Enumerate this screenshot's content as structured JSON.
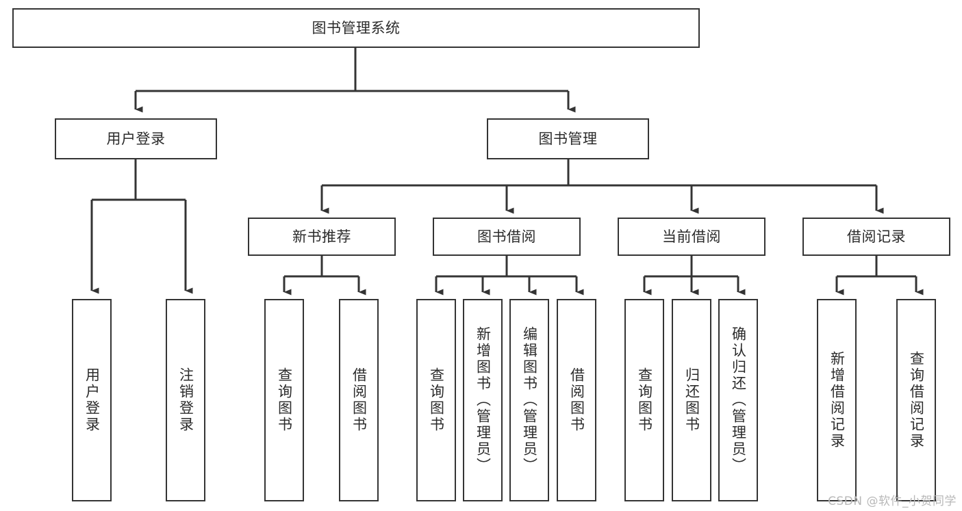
{
  "title": "图书管理系统",
  "watermark": "CSDN @软件_小贺同学",
  "colors": {
    "stroke": "#343434",
    "fill": "#ffffff",
    "text": "#2b2b2b",
    "watermark": "#b8b8b8"
  },
  "chart_data": {
    "type": "diagram",
    "diagram_type": "tree-hierarchy",
    "title": "图书管理系统",
    "orientation": "top-down",
    "nodes": [
      {
        "id": "root",
        "label": "图书管理系统",
        "level": 0,
        "orientation": "horizontal"
      },
      {
        "id": "login",
        "label": "用户登录",
        "level": 1,
        "orientation": "horizontal"
      },
      {
        "id": "bookmgmt",
        "label": "图书管理",
        "level": 1,
        "orientation": "horizontal"
      },
      {
        "id": "newbook",
        "label": "新书推荐",
        "level": 2,
        "orientation": "horizontal"
      },
      {
        "id": "borrow",
        "label": "图书借阅",
        "level": 2,
        "orientation": "horizontal"
      },
      {
        "id": "current",
        "label": "当前借阅",
        "level": 2,
        "orientation": "horizontal"
      },
      {
        "id": "record",
        "label": "借阅记录",
        "level": 2,
        "orientation": "horizontal"
      },
      {
        "id": "leaf1",
        "label": "用户登录",
        "level": 3,
        "orientation": "vertical"
      },
      {
        "id": "leaf2",
        "label": "注销登录",
        "level": 3,
        "orientation": "vertical"
      },
      {
        "id": "leaf3",
        "label": "查询图书",
        "level": 3,
        "orientation": "vertical"
      },
      {
        "id": "leaf4",
        "label": "借阅图书",
        "level": 3,
        "orientation": "vertical"
      },
      {
        "id": "leaf5",
        "label": "查询图书",
        "level": 3,
        "orientation": "vertical"
      },
      {
        "id": "leaf6",
        "label": "新增图书（管理员）",
        "level": 3,
        "orientation": "vertical"
      },
      {
        "id": "leaf7",
        "label": "编辑图书（管理员）",
        "level": 3,
        "orientation": "vertical"
      },
      {
        "id": "leaf8",
        "label": "借阅图书",
        "level": 3,
        "orientation": "vertical"
      },
      {
        "id": "leaf9",
        "label": "查询图书",
        "level": 3,
        "orientation": "vertical"
      },
      {
        "id": "leaf10",
        "label": "归还图书",
        "level": 3,
        "orientation": "vertical"
      },
      {
        "id": "leaf11",
        "label": "确认归还（管理员）",
        "level": 3,
        "orientation": "vertical"
      },
      {
        "id": "leaf12",
        "label": "新增借阅记录",
        "level": 3,
        "orientation": "vertical"
      },
      {
        "id": "leaf13",
        "label": "查询借阅记录",
        "level": 3,
        "orientation": "vertical"
      }
    ],
    "edges": [
      {
        "from": "root",
        "to": "login"
      },
      {
        "from": "root",
        "to": "bookmgmt"
      },
      {
        "from": "login",
        "to": "leaf1"
      },
      {
        "from": "login",
        "to": "leaf2"
      },
      {
        "from": "bookmgmt",
        "to": "newbook"
      },
      {
        "from": "bookmgmt",
        "to": "borrow"
      },
      {
        "from": "bookmgmt",
        "to": "current"
      },
      {
        "from": "bookmgmt",
        "to": "record"
      },
      {
        "from": "newbook",
        "to": "leaf3"
      },
      {
        "from": "newbook",
        "to": "leaf4"
      },
      {
        "from": "borrow",
        "to": "leaf5"
      },
      {
        "from": "borrow",
        "to": "leaf6"
      },
      {
        "from": "borrow",
        "to": "leaf7"
      },
      {
        "from": "borrow",
        "to": "leaf8"
      },
      {
        "from": "current",
        "to": "leaf9"
      },
      {
        "from": "current",
        "to": "leaf10"
      },
      {
        "from": "current",
        "to": "leaf11"
      },
      {
        "from": "record",
        "to": "leaf12"
      },
      {
        "from": "record",
        "to": "leaf13"
      }
    ]
  },
  "nodes": {
    "root": "图书管理系统",
    "login": "用户登录",
    "bookmgmt": "图书管理",
    "newbook": "新书推荐",
    "borrow": "图书借阅",
    "current": "当前借阅",
    "record": "借阅记录",
    "leaf1": "用户登录",
    "leaf2": "注销登录",
    "leaf3": "查询图书",
    "leaf4": "借阅图书",
    "leaf5": "查询图书",
    "leaf6": "新增图书（管理员）",
    "leaf7": "编辑图书（管理员）",
    "leaf8": "借阅图书",
    "leaf9": "查询图书",
    "leaf10": "归还图书",
    "leaf11": "确认归还（管理员）",
    "leaf12": "新增借阅记录",
    "leaf13": "查询借阅记录"
  }
}
